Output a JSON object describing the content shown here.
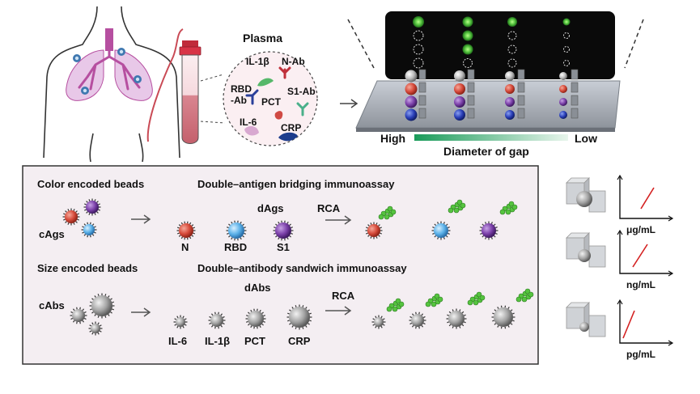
{
  "plasma": {
    "title": "Plasma",
    "markers": {
      "il1b": "IL-1β",
      "nab": "N-Ab",
      "rbd_line1": "RBD",
      "rbd_line2": "-Ab",
      "pct": "PCT",
      "s1ab": "S1-Ab",
      "il6": "IL-6",
      "crp": "CRP"
    }
  },
  "chip": {
    "high_label": "High",
    "low_label": "Low",
    "gap_label": "Diameter of gap"
  },
  "panel": {
    "row1": {
      "beads_label": "Color encoded beads",
      "assay_label": "Double–antigen bridging immunoassay",
      "capture_label": "cAgs",
      "detection_label": "dAgs",
      "amplification_label": "RCA",
      "bead_labels": [
        "N",
        "RBD",
        "S1"
      ]
    },
    "row2": {
      "beads_label": "Size encoded beads",
      "assay_label": "Double–antibody sandwich immunoassay",
      "capture_label": "cAbs",
      "detection_label": "dAbs",
      "amplification_label": "RCA",
      "bead_labels": [
        "IL-6",
        "IL-1β",
        "PCT",
        "CRP"
      ]
    }
  },
  "sensitivity": {
    "units": [
      "μg/mL",
      "ng/mL",
      "pg/mL"
    ]
  },
  "colors": {
    "panel_bg": "#f4eef2",
    "bead_red": "#d64a3a",
    "bead_blue": "#5ab0e8",
    "bead_purple": "#7a3fa8",
    "rca_green": "#55c43f",
    "chip_gradient_start": "#1a9b5a",
    "chip_gradient_end": "#e8f5ec",
    "line_red": "#d42020"
  }
}
